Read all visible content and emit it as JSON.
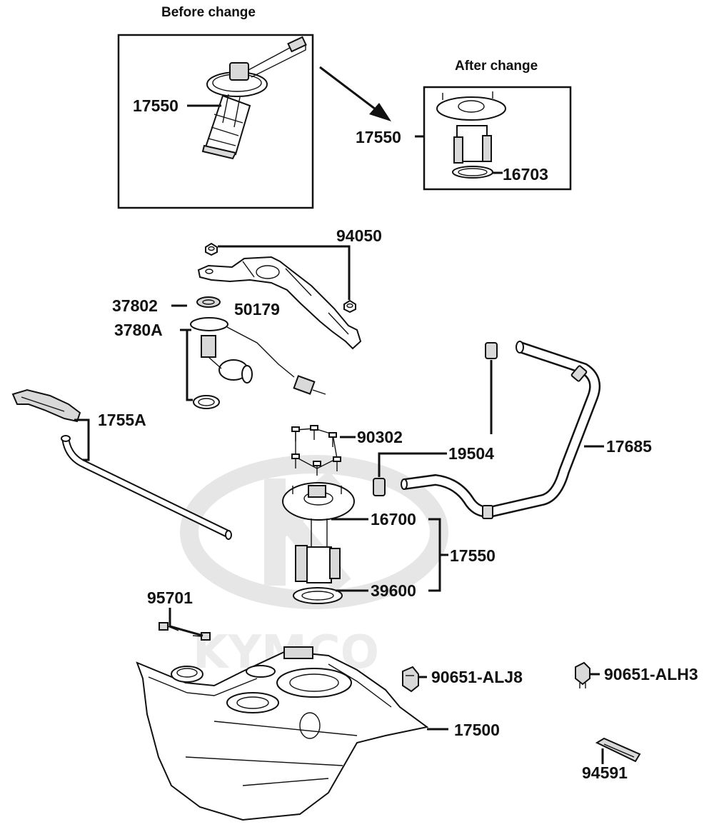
{
  "watermark": {
    "brand": "KYMCO"
  },
  "insets": {
    "before": {
      "caption": "Before change",
      "part_no": "17550"
    },
    "after": {
      "caption": "After  change",
      "part_no": "17550",
      "seal_no": "16703"
    }
  },
  "labels": {
    "p94050": "94050",
    "p37802": "37802",
    "p50179": "50179",
    "p3780A": "3780A",
    "p1755A": "1755A",
    "p90302": "90302",
    "p19504": "19504",
    "p17685": "17685",
    "p16700": "16700",
    "p17550": "17550",
    "p39600": "39600",
    "p95701": "95701",
    "p90651_alj8": "90651-ALJ8",
    "p90651_alh3": "90651-ALH3",
    "p17500": "17500",
    "p94591": "94591"
  },
  "colors": {
    "line": "#111111",
    "watermark": "#e6e6e6",
    "background": "#ffffff"
  }
}
